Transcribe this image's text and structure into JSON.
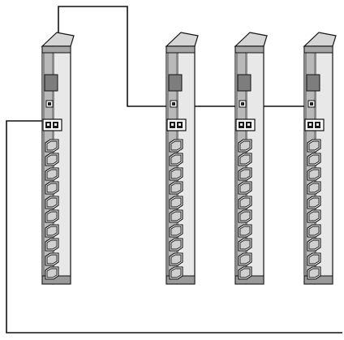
{
  "diagram": {
    "units": [
      {
        "id": "pdu-1",
        "outlets": 10
      },
      {
        "id": "pdu-2",
        "outlets": 10
      },
      {
        "id": "pdu-3",
        "outlets": 10
      },
      {
        "id": "pdu-4",
        "outlets": 10
      }
    ],
    "links": [
      {
        "from": "pdu-1",
        "to": "pdu-2",
        "route": "over-top"
      },
      {
        "from": "pdu-2",
        "to": "pdu-3",
        "route": "direct"
      },
      {
        "from": "pdu-3",
        "to": "pdu-4",
        "route": "direct"
      },
      {
        "from": "pdu-1",
        "to": "pdu-4",
        "route": "around-bottom"
      }
    ],
    "colors": {
      "line": "#111111",
      "front_face": "#b9b9b9",
      "side_face": "#e8e8e8",
      "top_face": "#d6d6d6",
      "corner_trim": "#8a8a8a",
      "display": "#7d7d7d"
    }
  }
}
